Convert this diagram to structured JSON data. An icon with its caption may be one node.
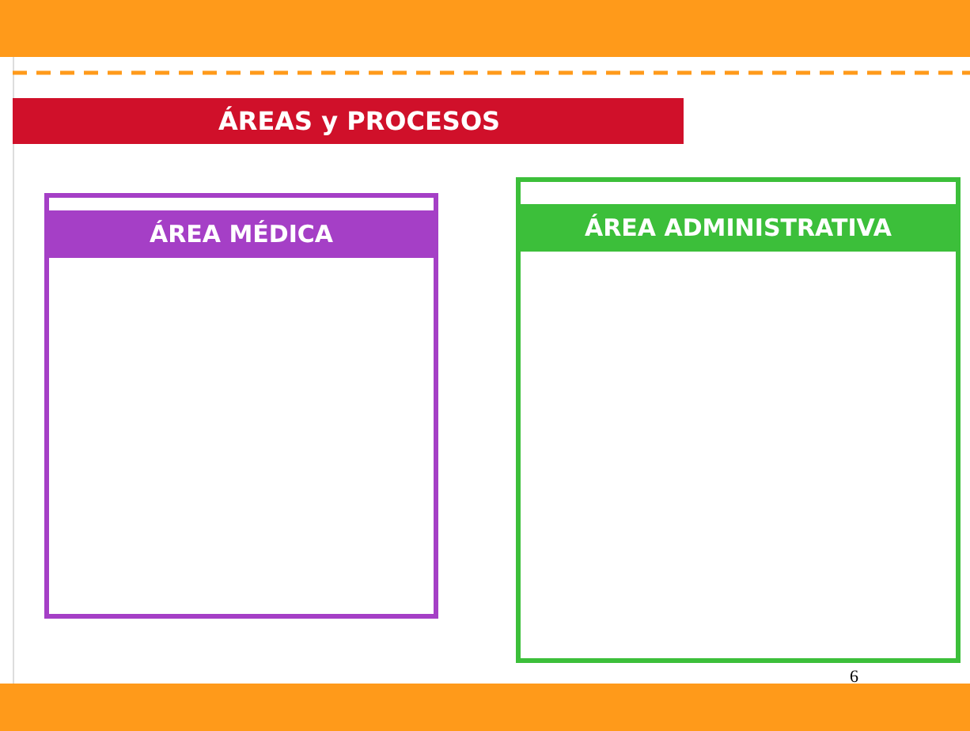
{
  "diagram": {
    "title": "ÁREAS y PROCESOS",
    "nodes": [
      {
        "text": [
          "ÁREA MÉDICA"
        ]
      },
      {
        "text": [
          "ÁREA ADMINISTRATIVA"
        ]
      }
    ],
    "labels": [
      "6"
    ]
  }
}
